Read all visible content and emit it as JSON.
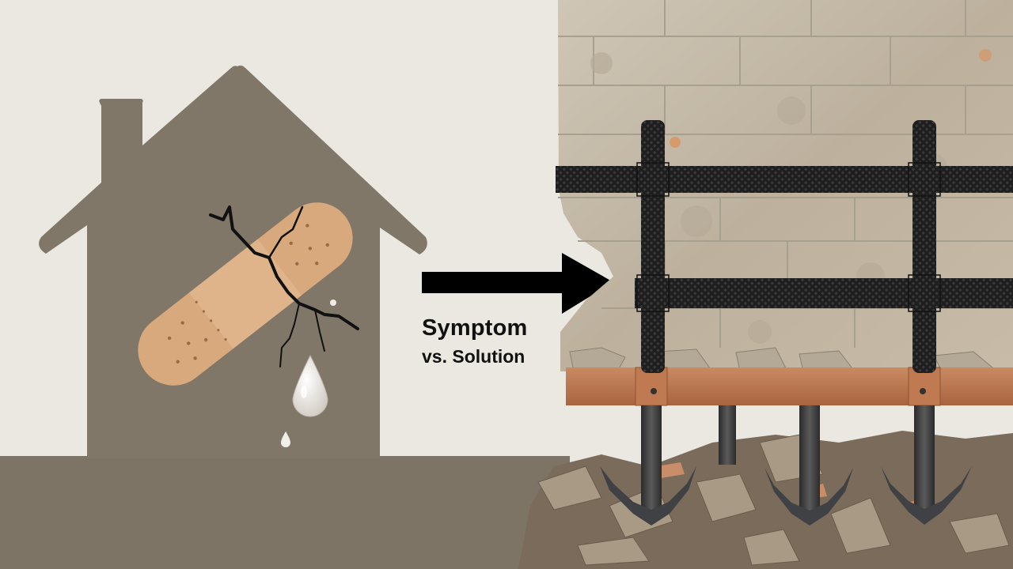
{
  "caption": {
    "line1": "Symptom",
    "line2": "vs. Solution"
  },
  "panels": {
    "left": {
      "subject": "house-with-bandage",
      "icons": [
        "house-silhouette-icon",
        "bandage-icon",
        "crack-icon",
        "water-drop-icon"
      ]
    },
    "arrow": {
      "direction": "right",
      "icon": "arrow-right-icon"
    },
    "right": {
      "subject": "reinforced-foundation",
      "icons": [
        "stone-wall-icon",
        "carbon-fiber-strap-icon",
        "helical-pier-anchor-icon",
        "rubble-icon"
      ]
    }
  },
  "colors": {
    "background": "#ebe8e1",
    "house": "#817769",
    "ground": "#7e7466",
    "bandage": "#d8a97c",
    "crack": "#111111",
    "arrow": "#000000",
    "stone": "#c9bfae",
    "strap": "#222222",
    "clay": "#c07a52",
    "pier": "#3c3c3c"
  }
}
